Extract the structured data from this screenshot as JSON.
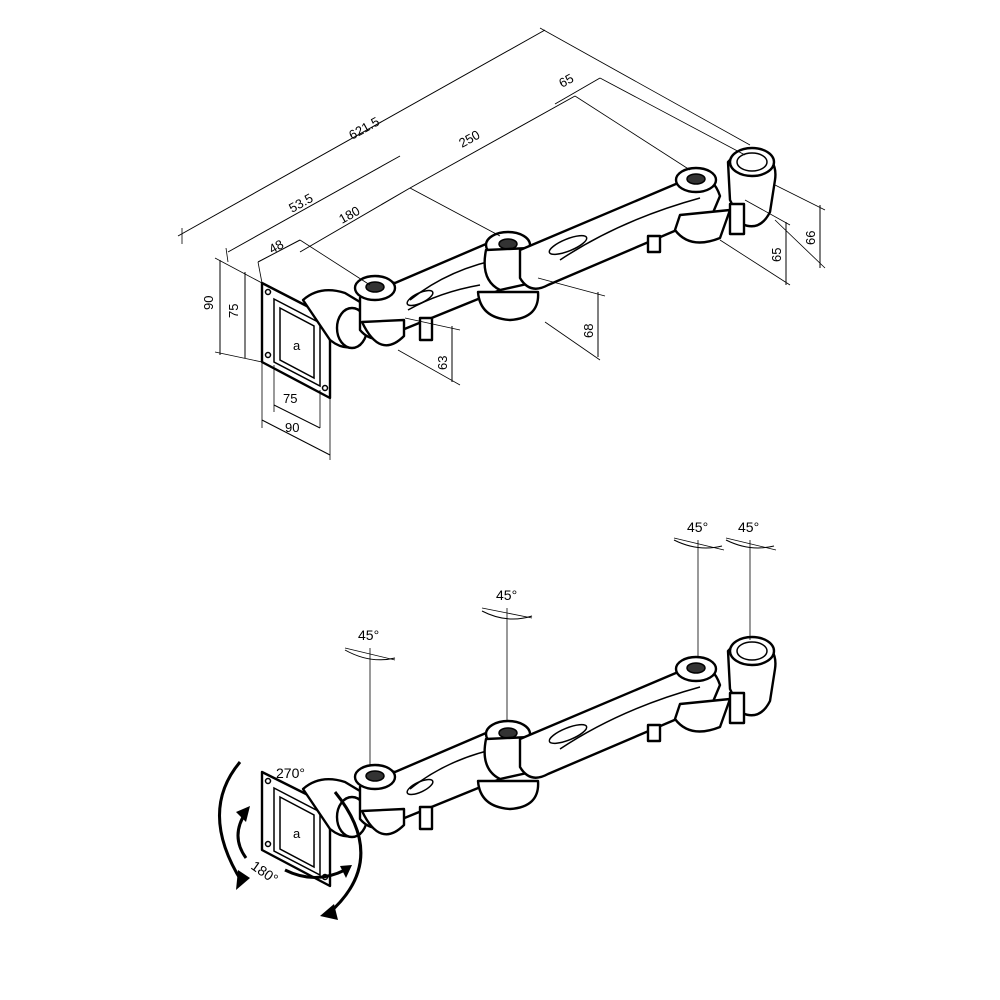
{
  "dimensions": {
    "total_length": "621.5",
    "offset_front": "53.5",
    "segment_1": "180",
    "segment_2": "250",
    "end_offset": "65",
    "plate_offset": "48",
    "plate_height_outer": "90",
    "plate_height_inner": "75",
    "plate_width_inner": "75",
    "plate_width_outer": "90",
    "joint_1_height": "63",
    "joint_2_height": "68",
    "end_height_a": "65",
    "end_height_b": "66"
  },
  "rotations": {
    "joint_1": "45°",
    "joint_2": "45°",
    "joint_3": "45°",
    "joint_4": "45°",
    "plate_tilt": "270°",
    "plate_swivel": "180°"
  },
  "plate_mark": "a"
}
